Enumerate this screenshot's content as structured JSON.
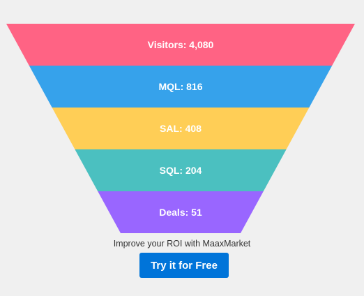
{
  "chart_data": {
    "type": "funnel",
    "stages": [
      {
        "name": "Visitors",
        "value": 4080,
        "label": "Visitors: 4,080",
        "color": "#ff6384"
      },
      {
        "name": "MQL",
        "value": 816,
        "label": "MQL: 816",
        "color": "#36a2eb"
      },
      {
        "name": "SAL",
        "value": 408,
        "label": "SAL: 408",
        "color": "#ffce56"
      },
      {
        "name": "SQL",
        "value": 204,
        "label": "SQL: 204",
        "color": "#4bc0c0"
      },
      {
        "name": "Deals",
        "value": 51,
        "label": "Deals: 51",
        "color": "#9966ff"
      }
    ]
  },
  "cta": {
    "tagline": "Improve your ROI with MaaxMarket",
    "button_label": "Try it for Free",
    "button_color": "#0074d9"
  }
}
